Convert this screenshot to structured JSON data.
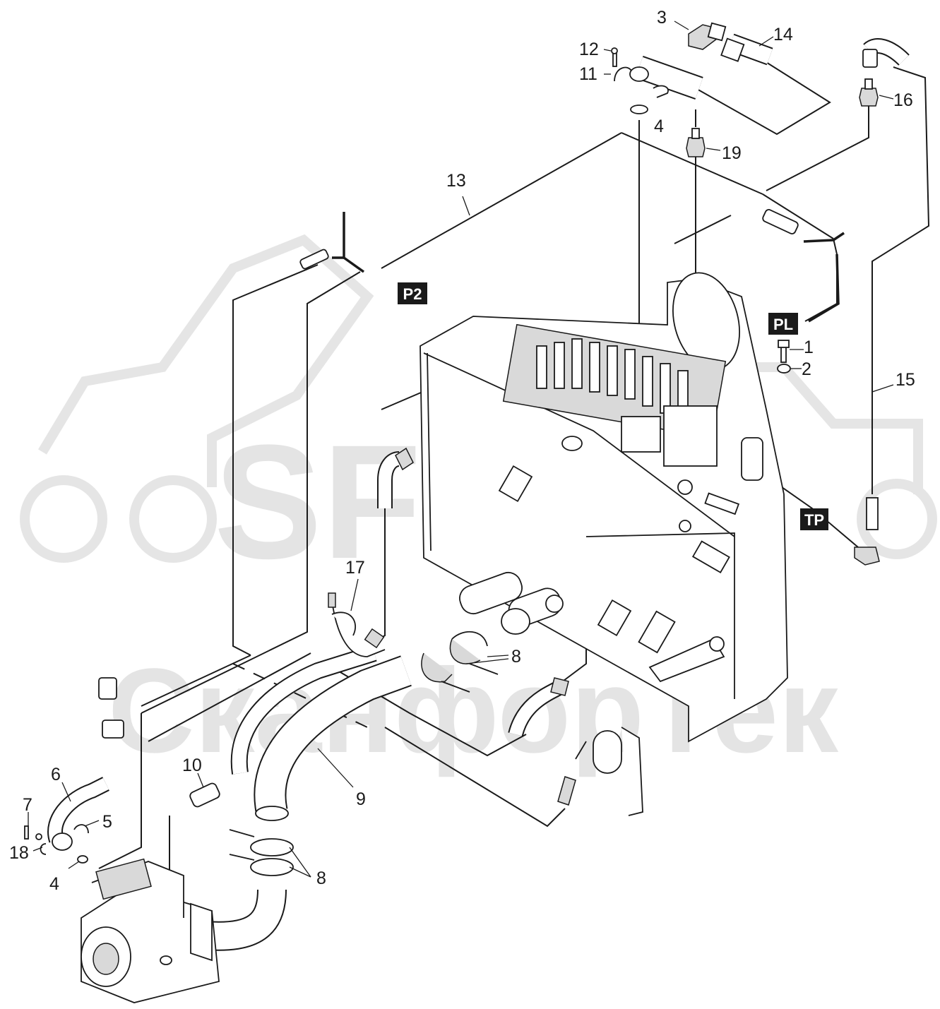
{
  "watermark": {
    "logo_text": "SFT",
    "brand_text": "СканфорТек"
  },
  "tags": [
    {
      "id": "p2",
      "text": "P2"
    },
    {
      "id": "pl",
      "text": "PL"
    },
    {
      "id": "tp",
      "text": "TP"
    }
  ],
  "callouts": [
    {
      "id": "c1",
      "text": "1"
    },
    {
      "id": "c2",
      "text": "2"
    },
    {
      "id": "c3",
      "text": "3"
    },
    {
      "id": "c4a",
      "text": "4"
    },
    {
      "id": "c4b",
      "text": "4"
    },
    {
      "id": "c5",
      "text": "5"
    },
    {
      "id": "c6",
      "text": "6"
    },
    {
      "id": "c7",
      "text": "7"
    },
    {
      "id": "c8a",
      "text": "8"
    },
    {
      "id": "c8b",
      "text": "8"
    },
    {
      "id": "c9",
      "text": "9"
    },
    {
      "id": "c10",
      "text": "10"
    },
    {
      "id": "c11",
      "text": "11"
    },
    {
      "id": "c12",
      "text": "12"
    },
    {
      "id": "c13",
      "text": "13"
    },
    {
      "id": "c14",
      "text": "14"
    },
    {
      "id": "c15",
      "text": "15"
    },
    {
      "id": "c16",
      "text": "16"
    },
    {
      "id": "c17",
      "text": "17"
    },
    {
      "id": "c18",
      "text": "18"
    },
    {
      "id": "c19",
      "text": "19"
    }
  ]
}
